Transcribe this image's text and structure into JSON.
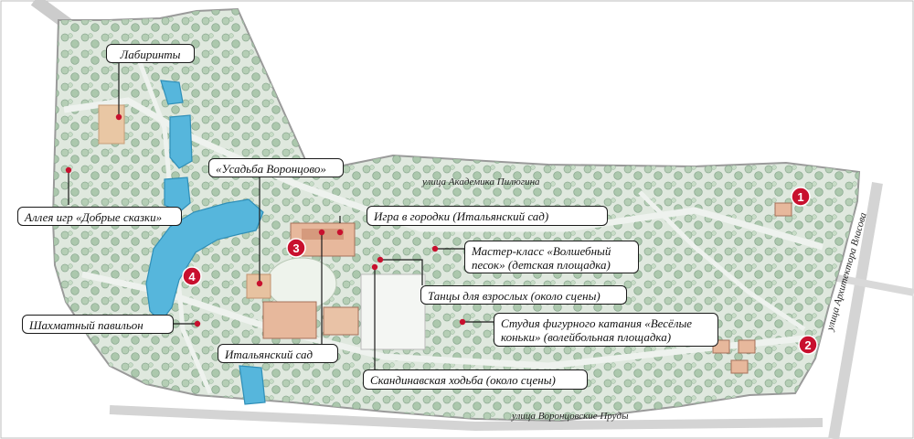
{
  "colors": {
    "park": "#dde6dc",
    "tree": "#aec8ae",
    "tree_dark": "#7f9f86",
    "water": "#58b7dd",
    "road": "#c9c9c9",
    "building": "#e7b89c",
    "accent_red": "#c8102e"
  },
  "streets": {
    "pilyugina": "улица Академика Пилюгина",
    "vlasova": "улица Архитектора Власова",
    "vorontsovskie": "улица Воронцовские Пруды"
  },
  "callouts": {
    "labirinty": "Лабиринты",
    "alleya": "Аллея игр «Добрые сказки»",
    "shakhmatny": "Шахматный павильон",
    "usadba": "«Усадьба Воронцово»",
    "gorodki": "Игра в городки (Итальянский сад)",
    "master_line1": "Мастер-класс «Волшебный",
    "master_line2": "песок» (детская площадка)",
    "tantsy": "Танцы для взрослых (около сцены)",
    "studio_line1": "Студия фигурного катания «Весёлые",
    "studio_line2": "коньки» (волейбольная площадка)",
    "italyansky": "Итальянский сад",
    "skandinavskaya": "Скандинавская ходьба (около сцены)"
  },
  "markers": {
    "m1": "1",
    "m2": "2",
    "m3": "3",
    "m4": "4"
  }
}
